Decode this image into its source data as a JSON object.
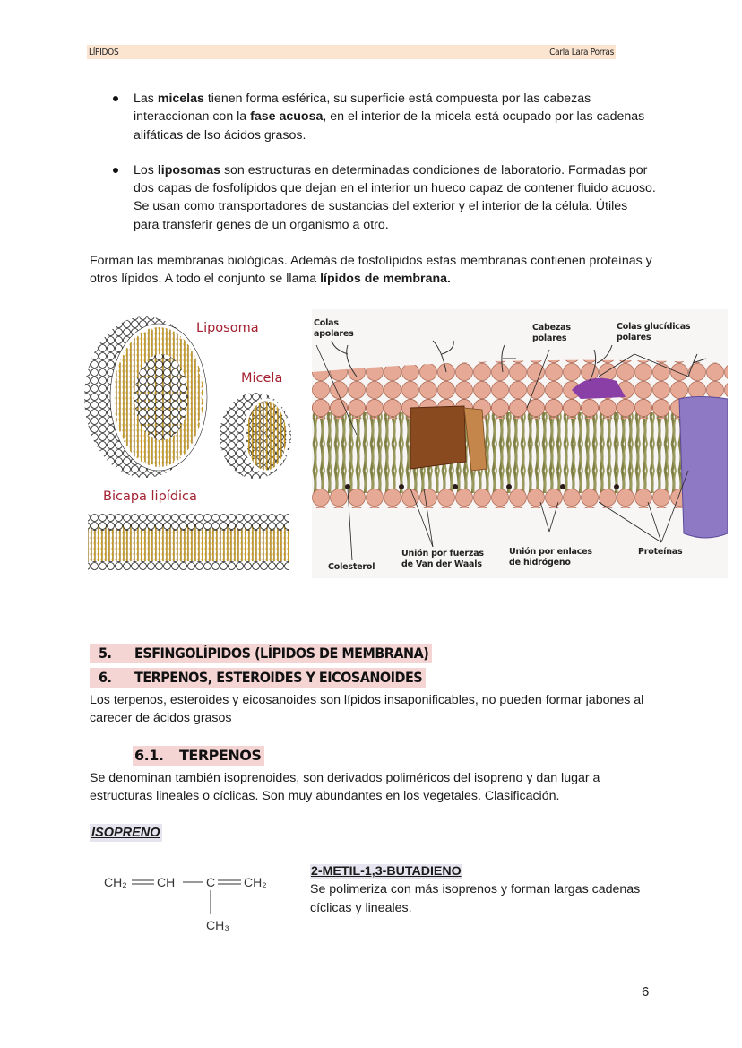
{
  "header": {
    "left": "LÍPIDOS",
    "right": "Carla Lara Porras"
  },
  "bullets": [
    {
      "pre": "Las ",
      "bold": "micelas",
      "mid": " tienen forma esférica, su superficie está compuesta por las cabezas interaccionan con la ",
      "bold2": "fase acuosa",
      "post": ", en el interior de la micela está ocupado por las cadenas alifáticas de lso ácidos grasos."
    },
    {
      "pre": "Los ",
      "bold": "liposomas",
      "mid": " son estructuras en determinadas condiciones de laboratorio. Formadas por dos capas de fosfolípidos que dejan en el interior un hueco capaz de contener fluido acuoso. Se usan como transportadores de sustancias del exterior y el interior de la célula. Útiles para transferir genes de un organismo a otro.",
      "bold2": "",
      "post": ""
    }
  ],
  "membrane_para": {
    "text": "Forman las membranas biológicas. Además de fosfolípidos estas membranas contienen proteínas y otros lípidos. A todo el conjunto se llama ",
    "bold": "lípidos de membrana."
  },
  "figure_left": {
    "labels": {
      "liposoma": "Liposoma",
      "micela": "Micela",
      "bicapa": "Bicapa lipídica"
    },
    "colors": {
      "label": "#a32030",
      "tails": "#c89a1a",
      "heads": "#ffffff"
    }
  },
  "figure_right": {
    "labels": {
      "colas_apolares": [
        "Colas",
        "apolares"
      ],
      "cabezas_polares": [
        "Cabezas",
        "polares"
      ],
      "colas_glucidicas": [
        "Colas glucídicas",
        "polares"
      ],
      "colesterol": "Colesterol",
      "van_der_waals": [
        "Unión por fuerzas",
        "de Van der Waals"
      ],
      "enlaces_hidrogeno": [
        "Unión por enlaces",
        "de hidrógeno"
      ],
      "proteinas": "Proteínas"
    },
    "colors": {
      "heads": "#e6a996",
      "tails": "#7f7f45",
      "protein_brown": "#8a4a20",
      "protein_purple": "#8e7ac4",
      "glyco": "#8a3fa6"
    }
  },
  "sections": [
    {
      "num": "5.",
      "title": "ESFINGOLÍPIDOS (LÍPIDOS DE MEMBRANA)"
    },
    {
      "num": "6.",
      "title": "TERPENOS, ESTEROIDES Y EICOSANOIDES"
    }
  ],
  "section6_text": "Los terpenos, esteroides y eicosanoides son lípidos insaponificables, no pueden formar jabones al carecer de ácidos grasos",
  "subsection": {
    "num": "6.1.",
    "title": "TERPENOS"
  },
  "terpenos_text": "Se denominan también isoprenoides, son derivados poliméricos del isopreno y dan lugar a estructuras lineales o cíclicas. Son muy abundantes en los vegetales. Clasificación.",
  "isopreno": {
    "label": "ISOPRENO",
    "formula": {
      "a": "CH₂",
      "b": "CH",
      "c": "C",
      "d": "CH₂",
      "e": "CH₃"
    },
    "name": "2-METIL-1,3-BUTADIENO",
    "description": "Se polimeriza con más isoprenos y forman largas cadenas cíclicas y lineales."
  },
  "page_number": "6",
  "colors": {
    "header_band": "#fbe4d0",
    "heading_bg": "#f5d5d4",
    "isopreno_bg": "#e6e4ee"
  }
}
